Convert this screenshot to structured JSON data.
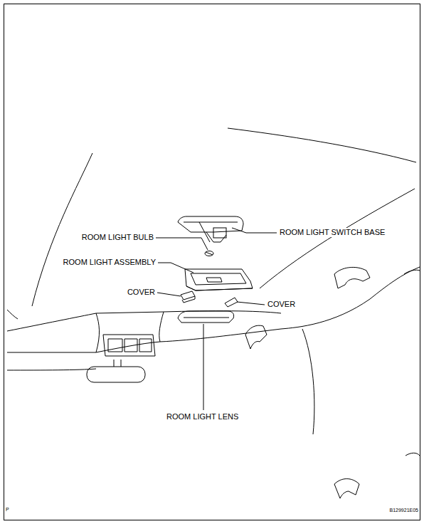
{
  "diagram": {
    "labels": [
      "ROOM LIGHT BULB",
      "ROOM LIGHT SWITCH BASE",
      "ROOM LIGHT ASSEMBLY",
      "COVER",
      "COVER",
      "ROOM LIGHT LENS",
      "P",
      "B129921E05"
    ]
  }
}
